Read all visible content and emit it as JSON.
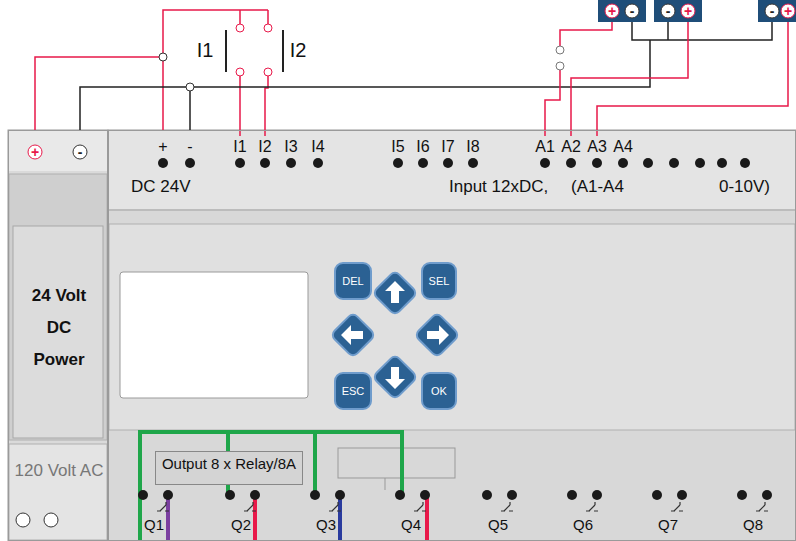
{
  "diagram": {
    "nodes": [
      {
        "text": [
          "24 Volt DC Power",
          "120 Volt AC"
        ]
      },
      {
        "text": [
          "DC 24V",
          "Input 12xDC,",
          "(A1-A4",
          "0-10V)"
        ]
      },
      {
        "text": [
          "Output 8 x Relay/8A"
        ],
        "in": 1
      },
      {
        "text": [
          "DEL"
        ],
        "in": 1
      },
      {
        "text": [
          "SEL"
        ],
        "in": 1
      },
      {
        "text": [
          "ESC"
        ],
        "in": 1
      },
      {
        "text": [
          "OK"
        ],
        "in": 1
      }
    ],
    "edges": [
      {
        "from": 0,
        "to": 1,
        "arrow": "none"
      },
      {
        "from": 0,
        "to": 1,
        "arrow": "none"
      }
    ],
    "labels": [
      "I1",
      "I2",
      "+",
      "-",
      "+",
      "-",
      "-",
      "+",
      "-",
      "+",
      "+",
      "-",
      "I1",
      "I2",
      "I3",
      "I4",
      "I5",
      "I6",
      "I7",
      "I8",
      "A1",
      "A2",
      "A3",
      "A4",
      "Q1",
      "Q2",
      "Q3",
      "Q4",
      "Q5",
      "Q6",
      "Q7",
      "Q8"
    ]
  }
}
